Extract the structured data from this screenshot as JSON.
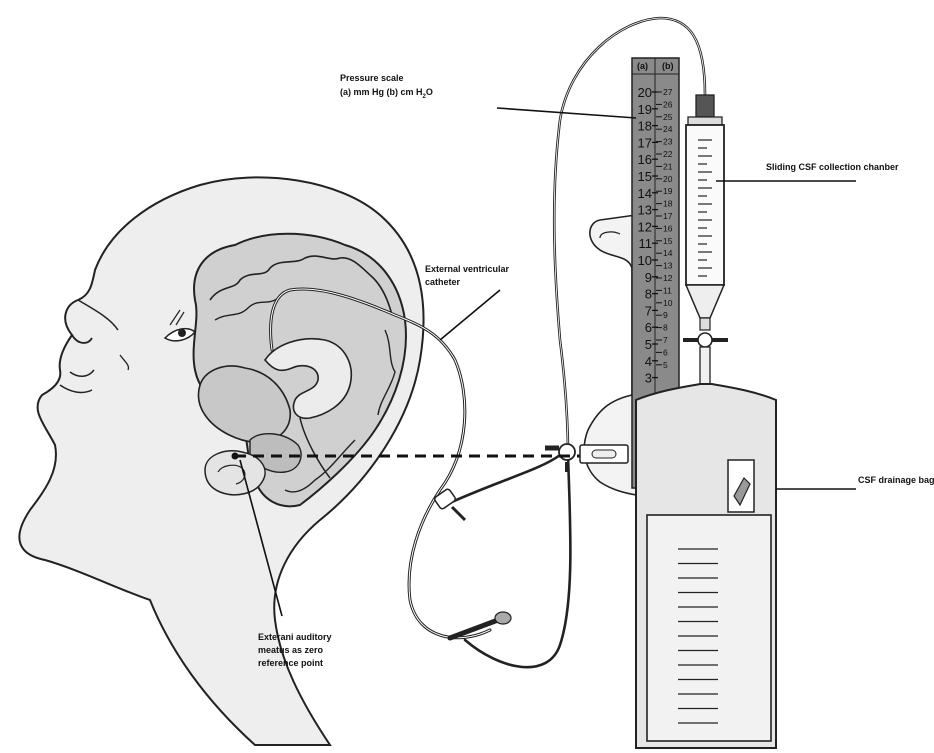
{
  "labels": {
    "pressure_scale_title": "Pressure scale",
    "pressure_scale_units": "(a) mm Hg  (b) cm H",
    "pressure_scale_units_sub": "2",
    "pressure_scale_units_end": "O",
    "collection_chamber": "Sliding CSF collection chanber",
    "ventricular_catheter_line1": "External ventricular",
    "ventricular_catheter_line2": "catheter",
    "drainage_bag": "CSF drainage bag",
    "auditory_line1": "Exterani auditory",
    "auditory_line2": "meatus as zero",
    "auditory_line3": "reference point"
  },
  "scale": {
    "header_a": "(a)",
    "header_b": "(b)",
    "mmhg": [
      "20",
      "19",
      "18",
      "17",
      "16",
      "15",
      "14",
      "13",
      "12",
      "11",
      "10",
      "9",
      "8",
      "7",
      "6",
      "5",
      "4",
      "3"
    ],
    "cmh2o": [
      "27",
      "26",
      "25",
      "24",
      "23",
      "22",
      "21",
      "20",
      "19",
      "18",
      "17",
      "16",
      "15",
      "14",
      "13",
      "12",
      "11",
      "10",
      "9",
      "8",
      "7",
      "6",
      "5"
    ]
  }
}
